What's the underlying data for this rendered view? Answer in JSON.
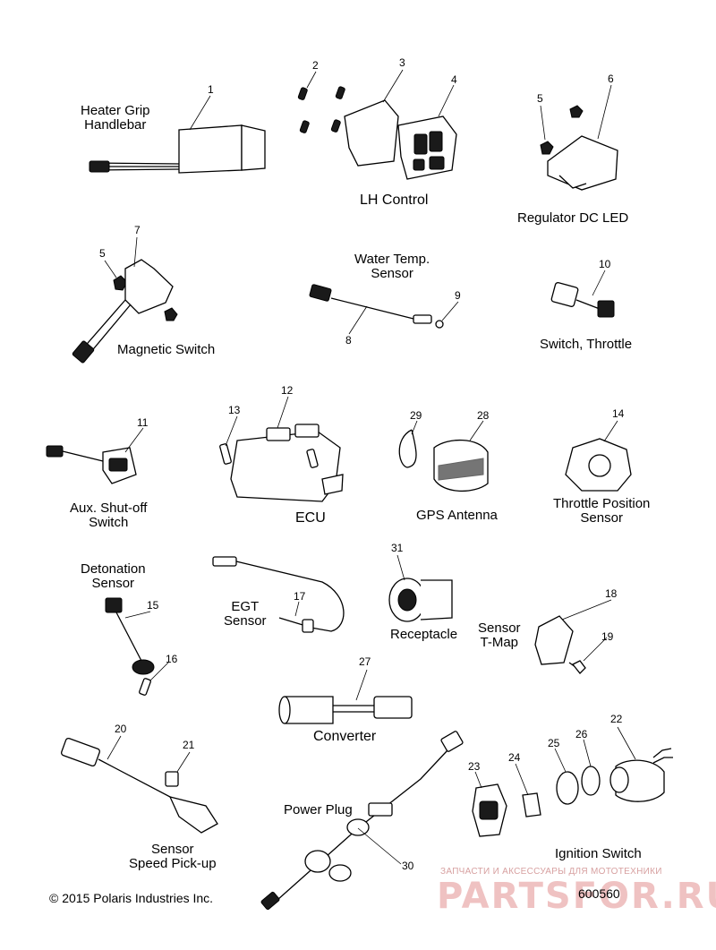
{
  "groups": {
    "heater_grip": {
      "title": "Heater Grip\nHandlebar",
      "callouts": [
        "1"
      ]
    },
    "lh_control": {
      "title": "LH Control",
      "callouts": [
        "2",
        "3",
        "4"
      ]
    },
    "regulator": {
      "title": "Regulator DC LED",
      "callouts": [
        "5",
        "6"
      ]
    },
    "magnetic_switch": {
      "title": "Magnetic Switch",
      "callouts": [
        "5",
        "7"
      ]
    },
    "water_temp": {
      "title": "Water Temp.\nSensor",
      "callouts": [
        "8",
        "9"
      ]
    },
    "switch_throttle": {
      "title": "Switch, Throttle",
      "callouts": [
        "10"
      ]
    },
    "aux_shutoff": {
      "title": "Aux. Shut-off\nSwitch",
      "callouts": [
        "11"
      ]
    },
    "ecu": {
      "title": "ECU",
      "callouts": [
        "12",
        "13"
      ]
    },
    "gps_antenna": {
      "title": "GPS Antenna",
      "callouts": [
        "28",
        "29"
      ]
    },
    "throttle_position": {
      "title": "Throttle Position\nSensor",
      "callouts": [
        "14"
      ]
    },
    "detonation": {
      "title": "Detonation\nSensor",
      "callouts": [
        "15",
        "16"
      ]
    },
    "egt": {
      "title": "EGT\nSensor",
      "callouts": [
        "17"
      ]
    },
    "receptacle": {
      "title": "Receptacle",
      "callouts": [
        "31"
      ]
    },
    "tmap": {
      "title": "Sensor\nT-Map",
      "callouts": [
        "18",
        "19"
      ]
    },
    "converter": {
      "title": "Converter",
      "callouts": [
        "27"
      ]
    },
    "speed_pickup": {
      "title": "Sensor\nSpeed Pick-up",
      "callouts": [
        "20",
        "21"
      ]
    },
    "power_plug": {
      "title": "Power Plug",
      "callouts": [
        "30"
      ]
    },
    "ignition": {
      "title": "Ignition Switch",
      "callouts": [
        "22",
        "23",
        "24",
        "25",
        "26"
      ]
    }
  },
  "footer": {
    "copyright": "© 2015 Polaris Industries Inc.",
    "drawing_number": "600560"
  },
  "watermark": {
    "tagline": "ЗАПЧАСТИ И АКСЕССУАРЫ ДЛЯ МОТОТЕХНИКИ",
    "brand": "PARTSFOR.RU",
    "color": "#e07878"
  }
}
